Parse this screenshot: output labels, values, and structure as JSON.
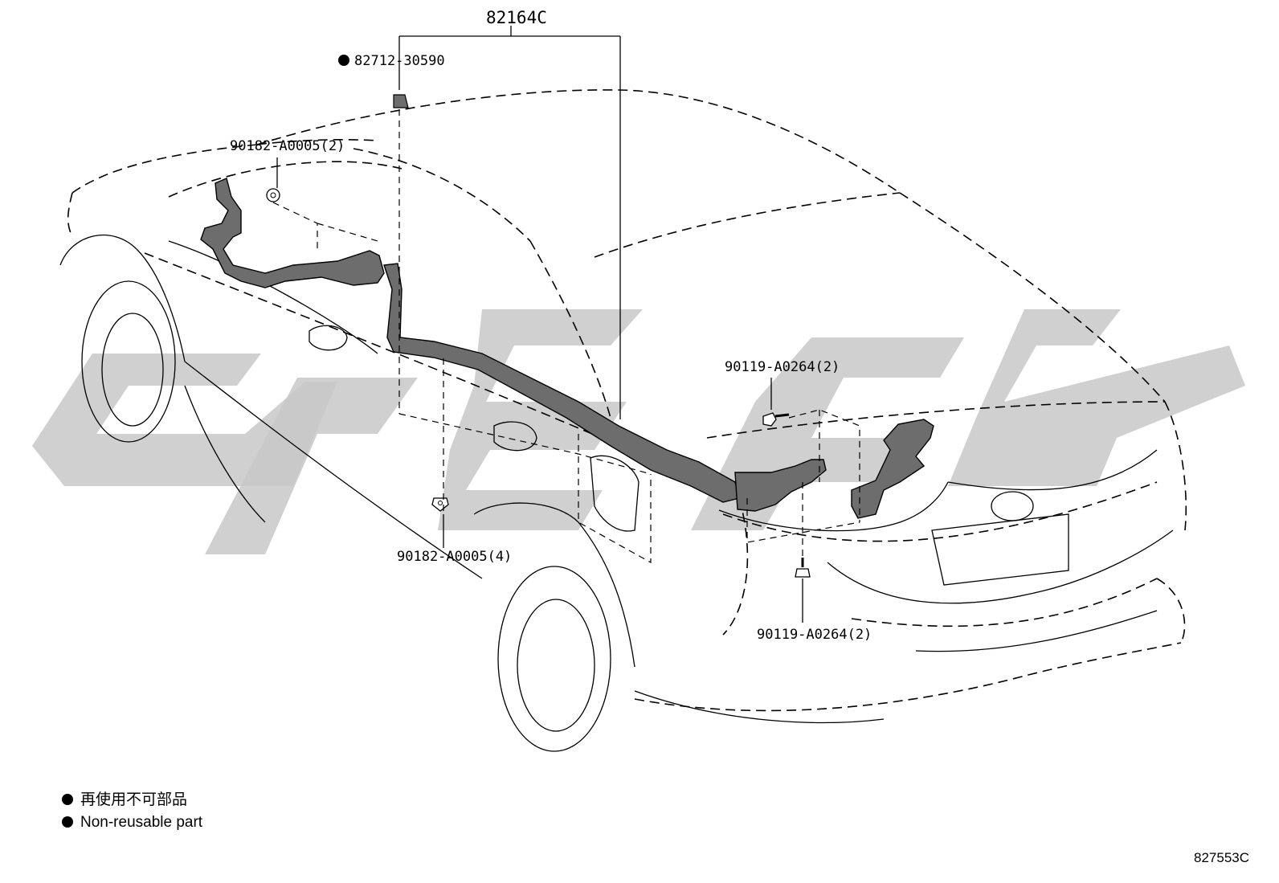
{
  "diagram": {
    "main_part": "82164C",
    "parts": [
      {
        "id": "part-82712",
        "number": "82712-30590",
        "non_reusable": true
      },
      {
        "id": "part-90182-top",
        "number": "90182-A0005(2)",
        "non_reusable": false
      },
      {
        "id": "part-90182-bottom",
        "number": "90182-A0005(4)",
        "non_reusable": false
      },
      {
        "id": "part-90119-top",
        "number": "90119-A0264(2)",
        "non_reusable": false
      },
      {
        "id": "part-90119-bottom",
        "number": "90119-A0264(2)",
        "non_reusable": false
      }
    ],
    "legend": [
      {
        "text": "再使用不可部品"
      },
      {
        "text": "Non-reusable part"
      }
    ],
    "diagram_code": "827553C"
  },
  "colors": {
    "line": "#000000",
    "harness": "#6d6d6d",
    "watermark": "#c8c8c8"
  }
}
